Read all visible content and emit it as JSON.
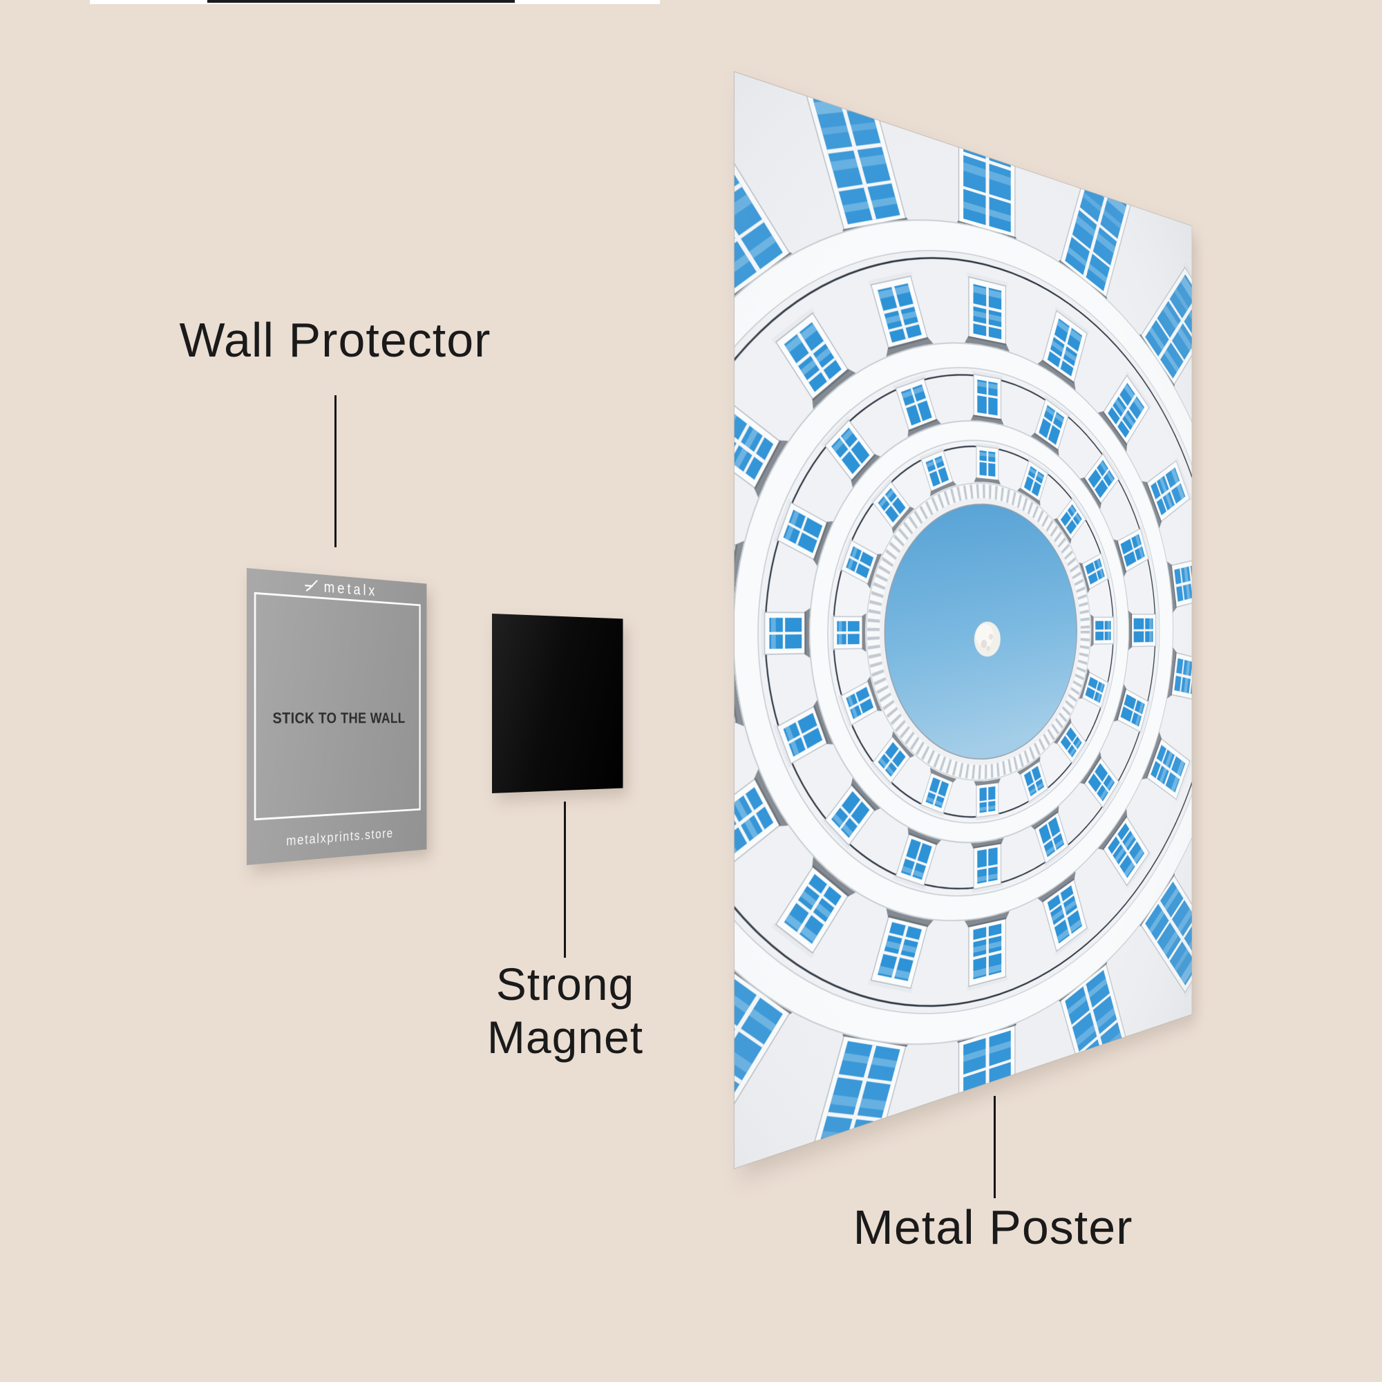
{
  "page": {
    "background_color": "#eaddd2"
  },
  "annotations": {
    "wall_protector_label": "Wall Protector",
    "strong_magnet_line1": "Strong",
    "strong_magnet_line2": "Magnet",
    "metal_poster_label": "Metal Poster",
    "line_color": "#151515",
    "text_color": "#1a1a1a"
  },
  "wall_protector_card": {
    "brand": "metalx",
    "message": "STICK TO THE WALL",
    "website": "metalxprints.store",
    "card_color": "#9e9e9e",
    "text_color": "#ffffff"
  },
  "magnet": {
    "color": "#0a0a0a"
  },
  "poster": {
    "subject": "circular-courtyard-rotunda-with-moon",
    "wall_color": "#eff1f4",
    "sky_color_top": "#55a1d5",
    "sky_color_bottom": "#a3cde8",
    "window_glass_color": "#2e92d6",
    "cornice_dark_line_color": "#2b3540",
    "moon_color": "#f2f0eb"
  }
}
